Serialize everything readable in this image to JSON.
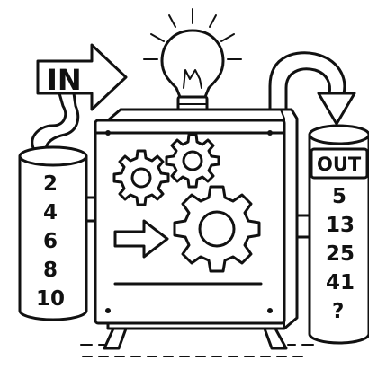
{
  "input_label": "IN",
  "output_label": "OUT",
  "input_values": [
    "2",
    "4",
    "6",
    "8",
    "10"
  ],
  "output_values": [
    "5",
    "13",
    "25",
    "41",
    "?"
  ]
}
